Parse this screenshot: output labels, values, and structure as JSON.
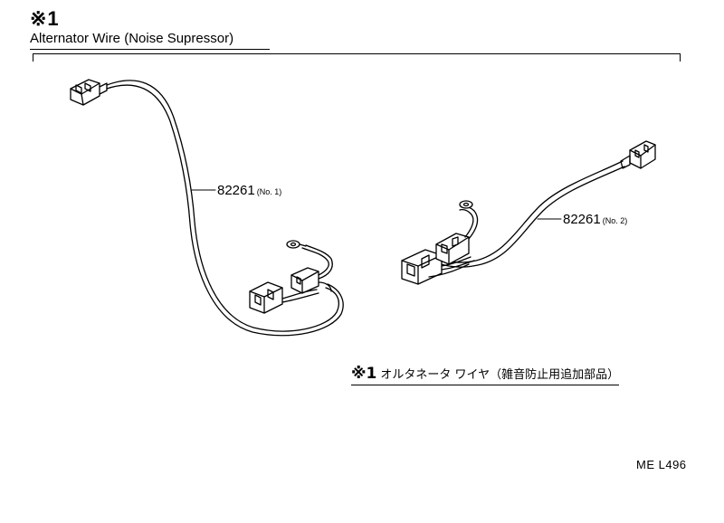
{
  "header": {
    "mark": "※1",
    "title": "Alternator Wire (Noise Supressor)"
  },
  "parts": [
    {
      "number": "82261",
      "variant": "(No. 1)"
    },
    {
      "number": "82261",
      "variant": "(No. 2)"
    }
  ],
  "note": {
    "mark": "※1",
    "text": "オルタネータ ワイヤ（雑音防止用追加部品）"
  },
  "figure_code": "ME L496",
  "colors": {
    "line": "#000000",
    "background": "#ffffff"
  }
}
